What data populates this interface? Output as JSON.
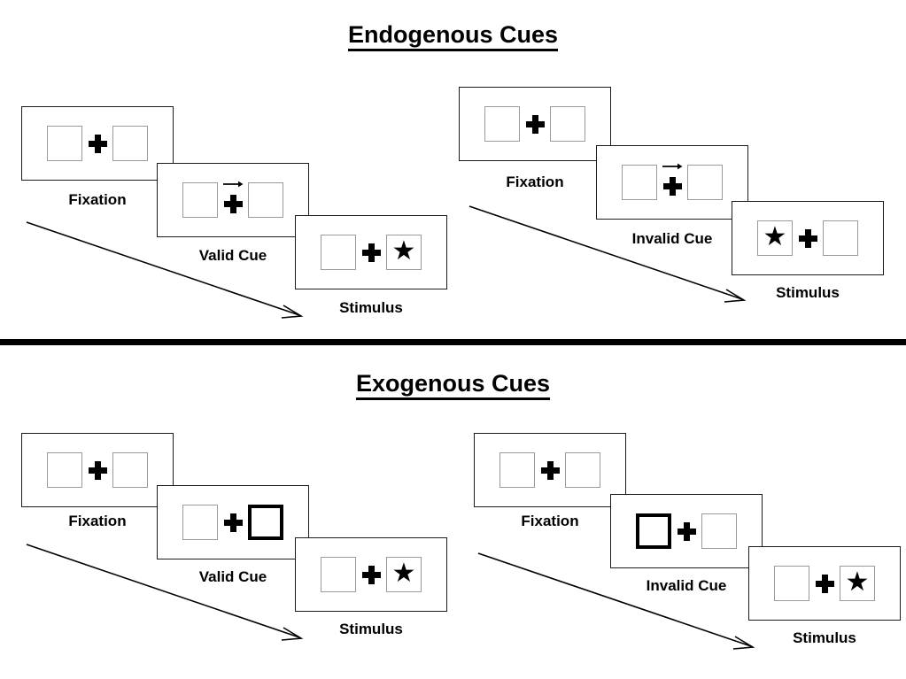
{
  "figure": {
    "title_top": "Endogenous Cues",
    "title_bottom": "Exogenous Cues"
  },
  "labels": {
    "fixation": "Fixation",
    "valid_cue": "Valid Cue",
    "invalid_cue": "Invalid Cue",
    "stimulus": "Stimulus"
  },
  "glyphs": {
    "star": "★",
    "plus": "+",
    "arrow_right": "→"
  },
  "colors": {
    "ink": "#000000",
    "box_outline": "#9a9a9a",
    "panel_outline": "#1a1a1a",
    "background": "#ffffff"
  },
  "sections": [
    {
      "id": "endogenous",
      "title": "Endogenous Cues",
      "sequences": [
        {
          "id": "endogenous-valid",
          "validity": "valid",
          "cue_label": "Valid Cue",
          "frames": [
            {
              "name": "fixation",
              "label": "Fixation",
              "left_box": "empty",
              "right_box": "empty",
              "cue_arrow": "none"
            },
            {
              "name": "cue",
              "label": "Valid Cue",
              "left_box": "empty",
              "right_box": "empty",
              "cue_arrow": "right"
            },
            {
              "name": "stimulus",
              "label": "Stimulus",
              "left_box": "empty",
              "right_box": "star",
              "cue_arrow": "none"
            }
          ]
        },
        {
          "id": "endogenous-invalid",
          "validity": "invalid",
          "cue_label": "Invalid Cue",
          "frames": [
            {
              "name": "fixation",
              "label": "Fixation",
              "left_box": "empty",
              "right_box": "empty",
              "cue_arrow": "none"
            },
            {
              "name": "cue",
              "label": "Invalid Cue",
              "left_box": "empty",
              "right_box": "empty",
              "cue_arrow": "right"
            },
            {
              "name": "stimulus",
              "label": "Stimulus",
              "left_box": "star",
              "right_box": "empty",
              "cue_arrow": "none"
            }
          ]
        }
      ]
    },
    {
      "id": "exogenous",
      "title": "Exogenous Cues",
      "sequences": [
        {
          "id": "exogenous-valid",
          "validity": "valid",
          "cue_label": "Valid Cue",
          "frames": [
            {
              "name": "fixation",
              "label": "Fixation",
              "left_box": "empty",
              "right_box": "empty",
              "cue_arrow": "none"
            },
            {
              "name": "cue",
              "label": "Valid Cue",
              "left_box": "empty",
              "right_box": "highlighted",
              "cue_arrow": "none"
            },
            {
              "name": "stimulus",
              "label": "Stimulus",
              "left_box": "empty",
              "right_box": "star",
              "cue_arrow": "none"
            }
          ]
        },
        {
          "id": "exogenous-invalid",
          "validity": "invalid",
          "cue_label": "Invalid Cue",
          "frames": [
            {
              "name": "fixation",
              "label": "Fixation",
              "left_box": "empty",
              "right_box": "empty",
              "cue_arrow": "none"
            },
            {
              "name": "cue",
              "label": "Invalid Cue",
              "left_box": "highlighted",
              "right_box": "empty",
              "cue_arrow": "none"
            },
            {
              "name": "stimulus",
              "label": "Stimulus",
              "left_box": "empty",
              "right_box": "star",
              "cue_arrow": "none"
            }
          ]
        }
      ]
    }
  ]
}
